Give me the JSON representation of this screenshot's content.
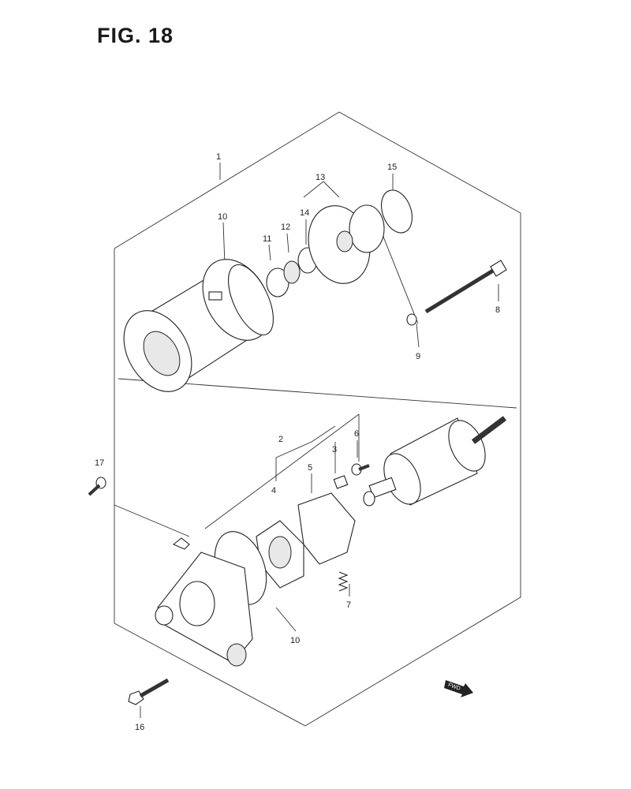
{
  "title": "FIG. 18",
  "labels": {
    "p1": "1",
    "p10a": "10",
    "p11": "11",
    "p12": "12",
    "p13": "13",
    "p14": "14",
    "p15": "15",
    "p8": "8",
    "p9": "9",
    "p2": "2",
    "p6": "6",
    "p3": "3",
    "p5": "5",
    "p4": "4",
    "p17": "17",
    "p7": "7",
    "p10b": "10",
    "p16": "16"
  },
  "fwd_label": "FWD"
}
